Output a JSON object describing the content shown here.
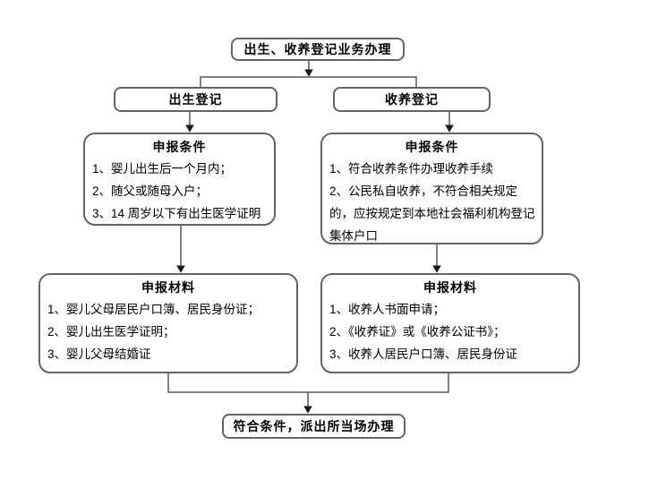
{
  "colors": {
    "background": "#ffffff",
    "box_border": "#646464",
    "connector_line": "#595959",
    "arrowhead": "#1a1a1a",
    "text": "#000000"
  },
  "flowchart": {
    "root": {
      "label": "出生、收养登记业务办理"
    },
    "branch_birth": {
      "label": "出生登记"
    },
    "branch_adopt": {
      "label": "收养登记"
    },
    "birth_conditions": {
      "title": "申报条件",
      "items": [
        "1、婴儿出生后一个月内；",
        "2、随父或随母入户；",
        "3、14 周岁以下有出生医学证明"
      ]
    },
    "adopt_conditions": {
      "title": "申报条件",
      "items": [
        "1、符合收养条件办理收养手续",
        "2、公民私自收养，不符合相关规定的，应按规定到本地社会福利机构登记集体户口"
      ]
    },
    "birth_materials": {
      "title": "申报材料",
      "items": [
        "1、婴儿父母居民户口簿、居民身份证；",
        "2、婴儿出生医学证明；",
        "3、婴儿父母结婚证"
      ]
    },
    "adopt_materials": {
      "title": "申报材料",
      "items": [
        "1、收养人书面申请；",
        "2、《收养证》或《收养公证书》；",
        "3、收养人居民户口簿、居民身份证"
      ]
    },
    "result": {
      "label": "符合条件，派出所当场办理"
    }
  }
}
